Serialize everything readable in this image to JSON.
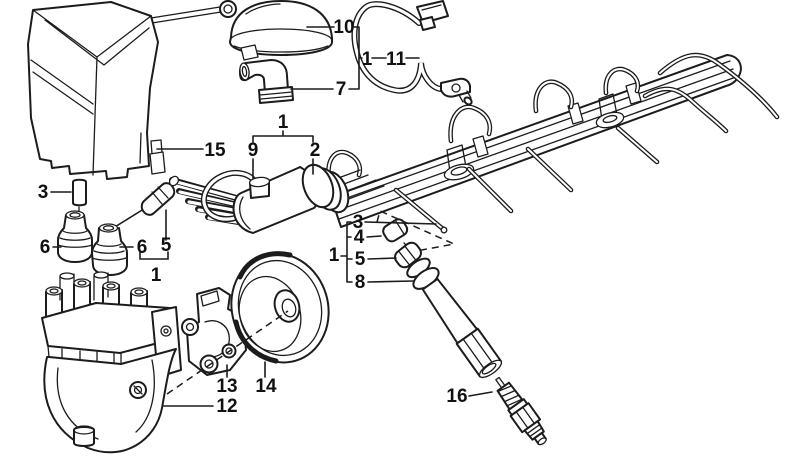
{
  "diagram": {
    "background_color": "#ffffff",
    "line_color": "#1c1c1c",
    "label_color": "#111111"
  },
  "labels": {
    "l10": "10",
    "l1_top": "1",
    "l11": "11",
    "l7": "7",
    "l1_mid": "1",
    "l15": "15",
    "l9": "9",
    "l2": "2",
    "l3_left": "3",
    "l6_left": "6",
    "l6_right": "6",
    "l5_left": "5",
    "l1_left": "1",
    "l3_right": "3",
    "l4": "4",
    "l1_right": "1",
    "l5_right": "5",
    "l8": "8",
    "l13": "13",
    "l14": "14",
    "l12": "12",
    "l16": "16"
  }
}
